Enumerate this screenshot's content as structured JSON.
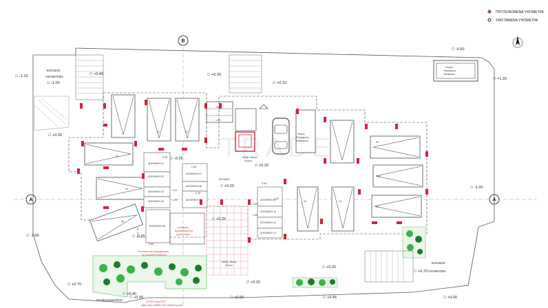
{
  "legend": {
    "proposed": "ΠΡΟΤΕΙΝΟΜΕΝΑ ΥΨΟΜΕΤΡΑ",
    "existing": "ΥΦΙΣΤΑΜΕΝΑ ΥΨΟΜΕΤΡΑ"
  },
  "axes": {
    "b": "B",
    "a_left": "A",
    "a_right": "A"
  },
  "levels": {
    "l1": "-1.10",
    "l2": "+0.40",
    "l3": "+0.30",
    "l4": "+0.10",
    "l5": "-0.50",
    "l6": "+1.20",
    "l7": "-1.00",
    "l8": "+0.30",
    "l9": "-0.25",
    "l10": "+0.20",
    "l11": "+0.20",
    "l12": "+0.20",
    "l13": "-0.25",
    "l14": "-1.00",
    "l15": "+0.20",
    "l16": "+0.70",
    "l17": "+0.70",
    "l18": "+0.40",
    "l19": "+0.00",
    "l20": "+0.45",
    "l21": "+0.00",
    "l22": "-1.00",
    "l23": "+0.00",
    "l24": "+0.20"
  },
  "labels": {
    "entrance_vehicles_left_1": "ΕΙΣΟΔΟΣ",
    "entrance_vehicles_left_2": "ΟΧΗΜΑΤΩΝ",
    "entrance_vehicles_right_1": "ΕΙΣΟΔΟΣ",
    "entrance_vehicles_right_2": "ΟΧΗΜΑΤΩΝ",
    "entrance_center": "ΕΙΣΟΔΟΣ",
    "elec_room_1": "Χώρος",
    "elec_room_2": "Ηλεκτρικών",
    "elec_room_3": "Μετρητών",
    "space_center_1": "Χώρος",
    "space_center_2": "Ελεγχόμενη",
    "space_center_3": "στάθμευση",
    "bins": "ΣΚΥΒΑΛΟΔΟΧΕΙΑ",
    "pvc_note": "ΣΚΥΛΟ στην PVC",
    "pvc_note_2": "ύψος ανεμ. βάθος Περ. βαμμένη μπλε",
    "storage_note_1": "ελεύθερος",
    "storage_note_2": "προστατευμένος",
    "storage_note_3": "χωρος παρκ.",
    "greenery_note_1": "Φυτεύσεις και διαμορφώσεις",
    "greenery_note_2": "με ευκοσμία πρασίνου",
    "shaft_1": "Αδιάβ. άδειας",
    "shaft_2": "Χώρου",
    "overlay_wm": "TRADES"
  },
  "storage": {
    "s1": "ΑΠΟΘΗΚΗ 01",
    "s2": "ΑΠΟΘΗΚΗ 02",
    "s3": "ΑΠΟΘΗΚΗ 03",
    "s4": "ΑΠΟΘΗΚΗ 04",
    "s5": "ΑΠΟΘΗΚΗ 05",
    "s6": "ΑΠΟΘΗΚΗ 06",
    "s7": "ΑΠΟΘΗΚΗ 07",
    "s8": "ΑΠΟΘΗΚΗ 08",
    "s9": "ΑΠΟΘΗΚΗ 09",
    "s10": "ΑΠΟΘΗΚΗ 10",
    "s11": "ΑΠΟΘΗΚΗ 11",
    "s12": "ΑΠΟΘΗΚΗ 12"
  },
  "dims": {
    "d1": "3.40",
    "d2": "1.05",
    "d3": "2.25",
    "d4": "1.35",
    "d5": "1.25",
    "d6": "2.65",
    "d7": "1.65",
    "d8": "1.65",
    "d9": "3.40",
    "d10": "1.20",
    "d11": "0.85",
    "d12": "2.35",
    "d13": "1.25"
  },
  "parking_numbers": [
    "01",
    "02",
    "03",
    "04",
    "05",
    "06",
    "07",
    "08",
    "09",
    "10",
    "11",
    "12",
    "13"
  ],
  "colors": {
    "column": "#d6223b",
    "green": "#3cb14a",
    "line": "#555555"
  }
}
